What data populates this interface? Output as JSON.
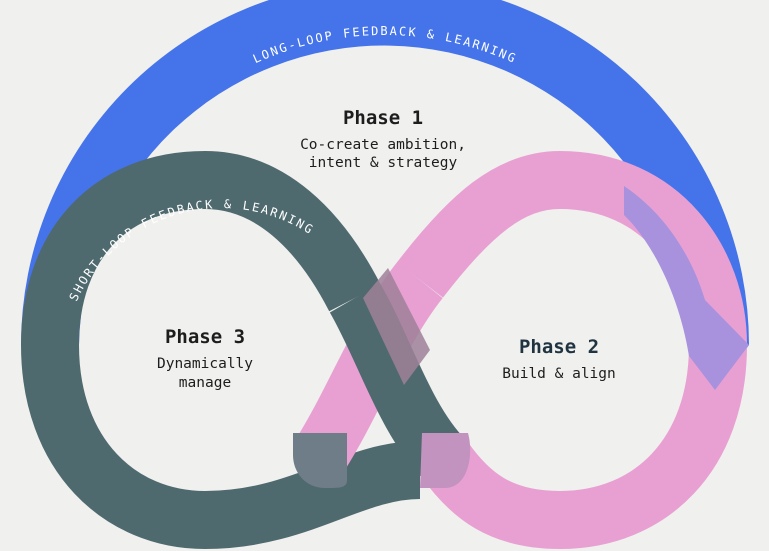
{
  "labels": {
    "long_loop": "LONG-LOOP FEEDBACK & LEARNING",
    "short_loop": "SHORT-LOOP FEEDBACK & LEARNING"
  },
  "phases": [
    {
      "title": "Phase 1",
      "lines": [
        "Co-create ambition,",
        "intent & strategy"
      ]
    },
    {
      "title": "Phase 2",
      "lines": [
        "Build & align"
      ]
    },
    {
      "title": "Phase 3",
      "lines": [
        "Dynamically",
        "manage"
      ]
    }
  ],
  "colors": {
    "background": "#f0f0ee",
    "long_loop": "#4574ea",
    "phase3_loop": "#4f6a6e",
    "phase2_loop": "#e8a0d3",
    "overlap_purple": "#a892dd",
    "overlap_mauve": "#9e8098"
  }
}
